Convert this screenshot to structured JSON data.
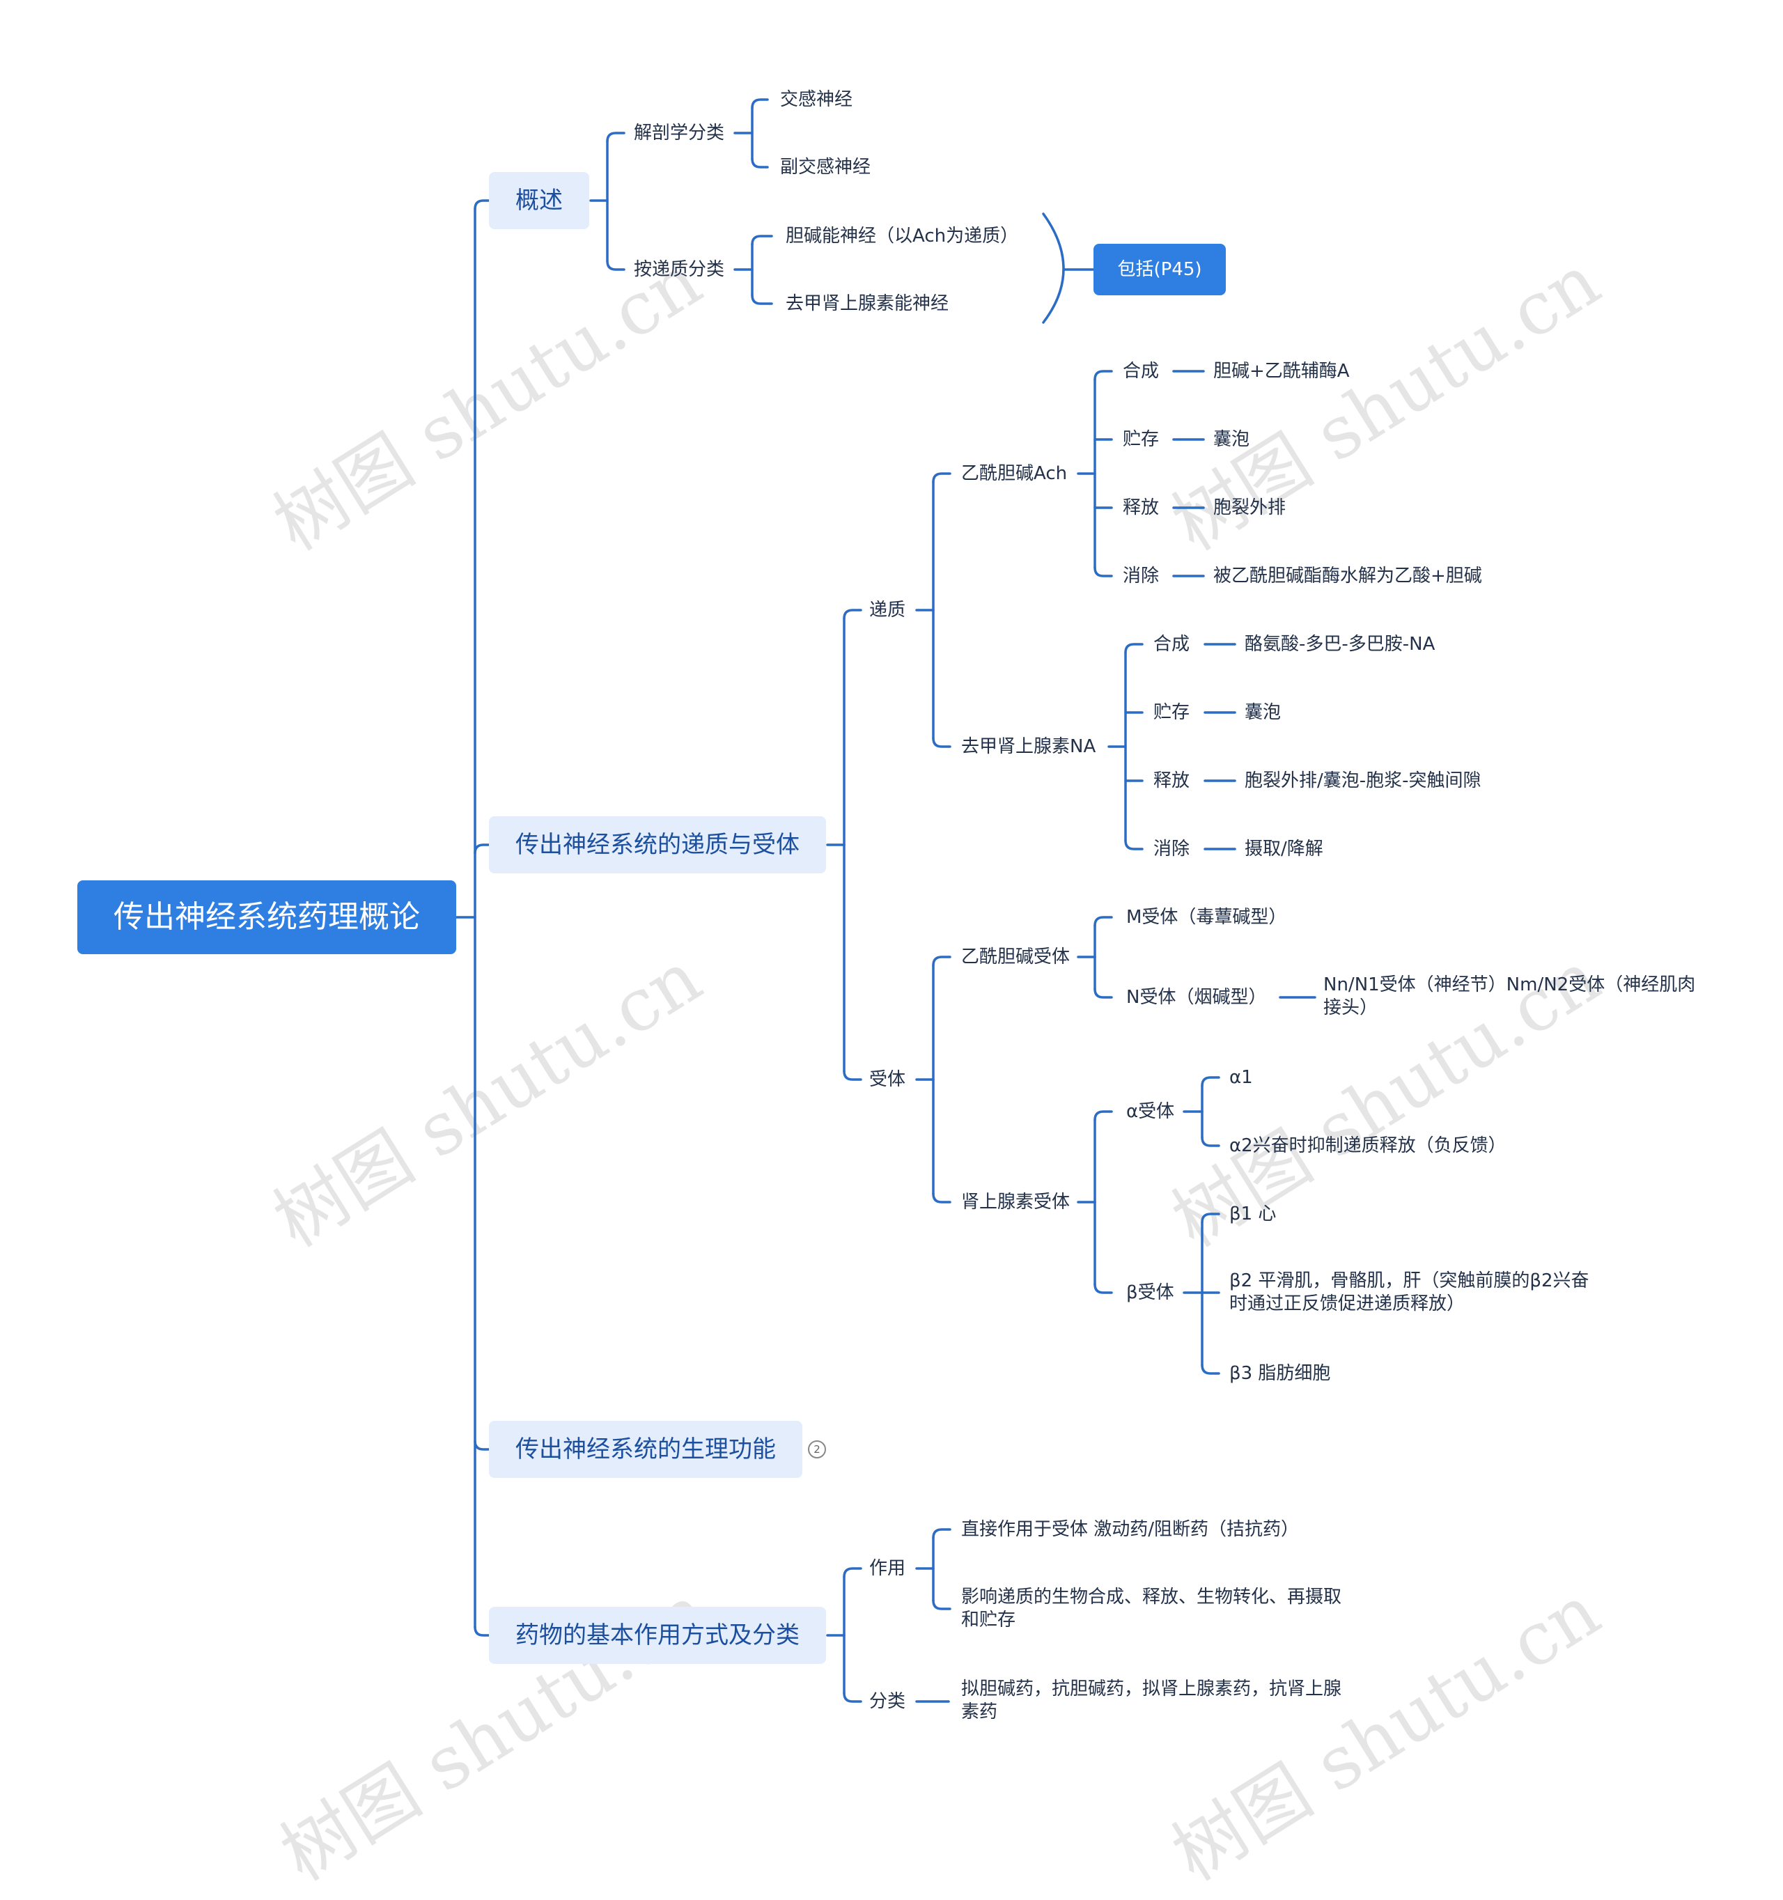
{
  "root": "传出神经系统药理概论",
  "overview": {
    "title": "概述",
    "anatomy": "解剖学分类",
    "sympathetic": "交感神经",
    "parasympathetic": "副交感神经",
    "by_transmitter": "按递质分类",
    "cholinergic": "胆碱能神经（以Ach为递质）",
    "noradrenergic": "去甲肾上腺素能神经",
    "summary": "包括(P45)"
  },
  "transmitters_receptors": {
    "title": "传出神经系统的递质与受体",
    "transmitter": "递质",
    "ach": {
      "label": "乙酰胆碱Ach",
      "synthesis": "合成",
      "synthesis_v": "胆碱+乙酰辅酶A",
      "storage": "贮存",
      "storage_v": "囊泡",
      "release": "释放",
      "release_v": "胞裂外排",
      "removal": "消除",
      "removal_v": "被乙酰胆碱酯酶水解为乙酸+胆碱"
    },
    "na": {
      "label": "去甲肾上腺素NA",
      "synthesis": "合成",
      "synthesis_v": "酪氨酸-多巴-多巴胺-NA",
      "storage": "贮存",
      "storage_v": "囊泡",
      "release": "释放",
      "release_v": "胞裂外排/囊泡-胞浆-突触间隙",
      "removal": "消除",
      "removal_v": "摄取/降解"
    },
    "receptor": "受体",
    "ach_receptor": {
      "label": "乙酰胆碱受体",
      "m": "M受体（毒蕈碱型）",
      "n": "N受体（烟碱型）",
      "n_sub": "Nn/N1受体（神经节）Nm/N2受体（神经肌肉接头）"
    },
    "adr_receptor": {
      "label": "肾上腺素受体",
      "alpha": "α受体",
      "alpha1": "α1",
      "alpha2": "α2兴奋时抑制递质释放（负反馈）",
      "beta": "β受体",
      "beta1": "β1 心",
      "beta2": "β2 平滑肌，骨骼肌，肝（突触前膜的β2兴奋时通过正反馈促进递质释放）",
      "beta3": "β3 脂肪细胞"
    }
  },
  "physiology": {
    "title": "传出神经系统的生理功能",
    "badge": "2"
  },
  "drugs": {
    "title": "药物的基本作用方式及分类",
    "action": "作用",
    "action1": "直接作用于受体  激动药/阻断药（拮抗药）",
    "action2": "影响递质的生物合成、释放、生物转化、再摄取和贮存",
    "classify": "分类",
    "classify1": "拟胆碱药，抗胆碱药，拟肾上腺素药，抗肾上腺素药"
  },
  "watermark": "树图 shutu.cn",
  "colors": {
    "line": "#2b6cc4",
    "root": "#2f7fe3",
    "l1_bg": "#e3edfc",
    "l1_text": "#1c4f9e"
  }
}
